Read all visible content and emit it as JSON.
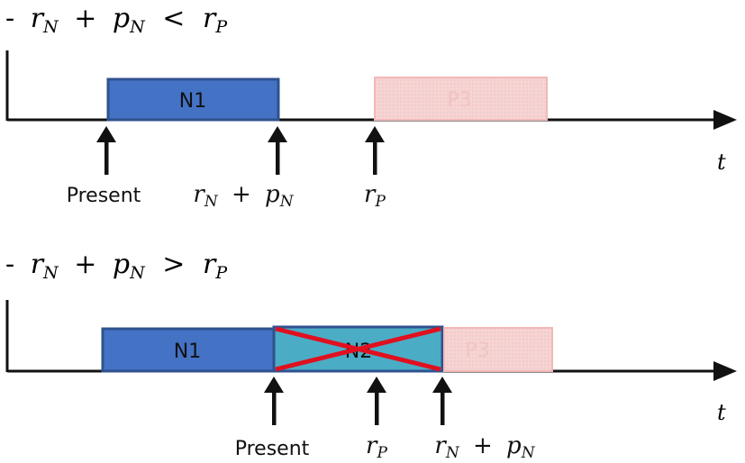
{
  "panels": [
    {
      "condition": {
        "dash": "-",
        "r": "r",
        "n1": "N",
        "plus": "+",
        "p": "p",
        "n2": "N",
        "op": "<",
        "r2": "r",
        "psub": "P"
      },
      "blocks": [
        {
          "label": "N1",
          "kind": "normal"
        },
        {
          "label": "P3",
          "kind": "faded"
        }
      ],
      "markers": {
        "present": "Present",
        "rn_pn": {
          "r": "r",
          "rsub": "N",
          "plus": "+",
          "p": "p",
          "psub": "N"
        },
        "rp": {
          "r": "r",
          "sub": "P"
        }
      },
      "axis_label": "t"
    },
    {
      "condition": {
        "dash": "-",
        "r": "r",
        "n1": "N",
        "plus": "+",
        "p": "p",
        "n2": "N",
        "op": ">",
        "r2": "r",
        "psub": "P"
      },
      "blocks": [
        {
          "label": "N1",
          "kind": "normal"
        },
        {
          "label": "N2",
          "kind": "crossed"
        },
        {
          "label": "P3",
          "kind": "faded"
        }
      ],
      "markers": {
        "present": "Present",
        "rp": {
          "r": "r",
          "sub": "P"
        },
        "rn_pn": {
          "r": "r",
          "rsub": "N",
          "plus": "+",
          "p": "p",
          "psub": "N"
        }
      },
      "axis_label": "t"
    }
  ],
  "colors": {
    "normal_fill": "#4472c4",
    "normal_stroke": "#2f528f",
    "crossed_fill": "#4bacc6",
    "cross": "#e0101f",
    "faded_fill": "#f4cccc",
    "faded_stroke": "#f2b8b8",
    "faded_text": "#f0c4c4",
    "axis": "#111111"
  }
}
